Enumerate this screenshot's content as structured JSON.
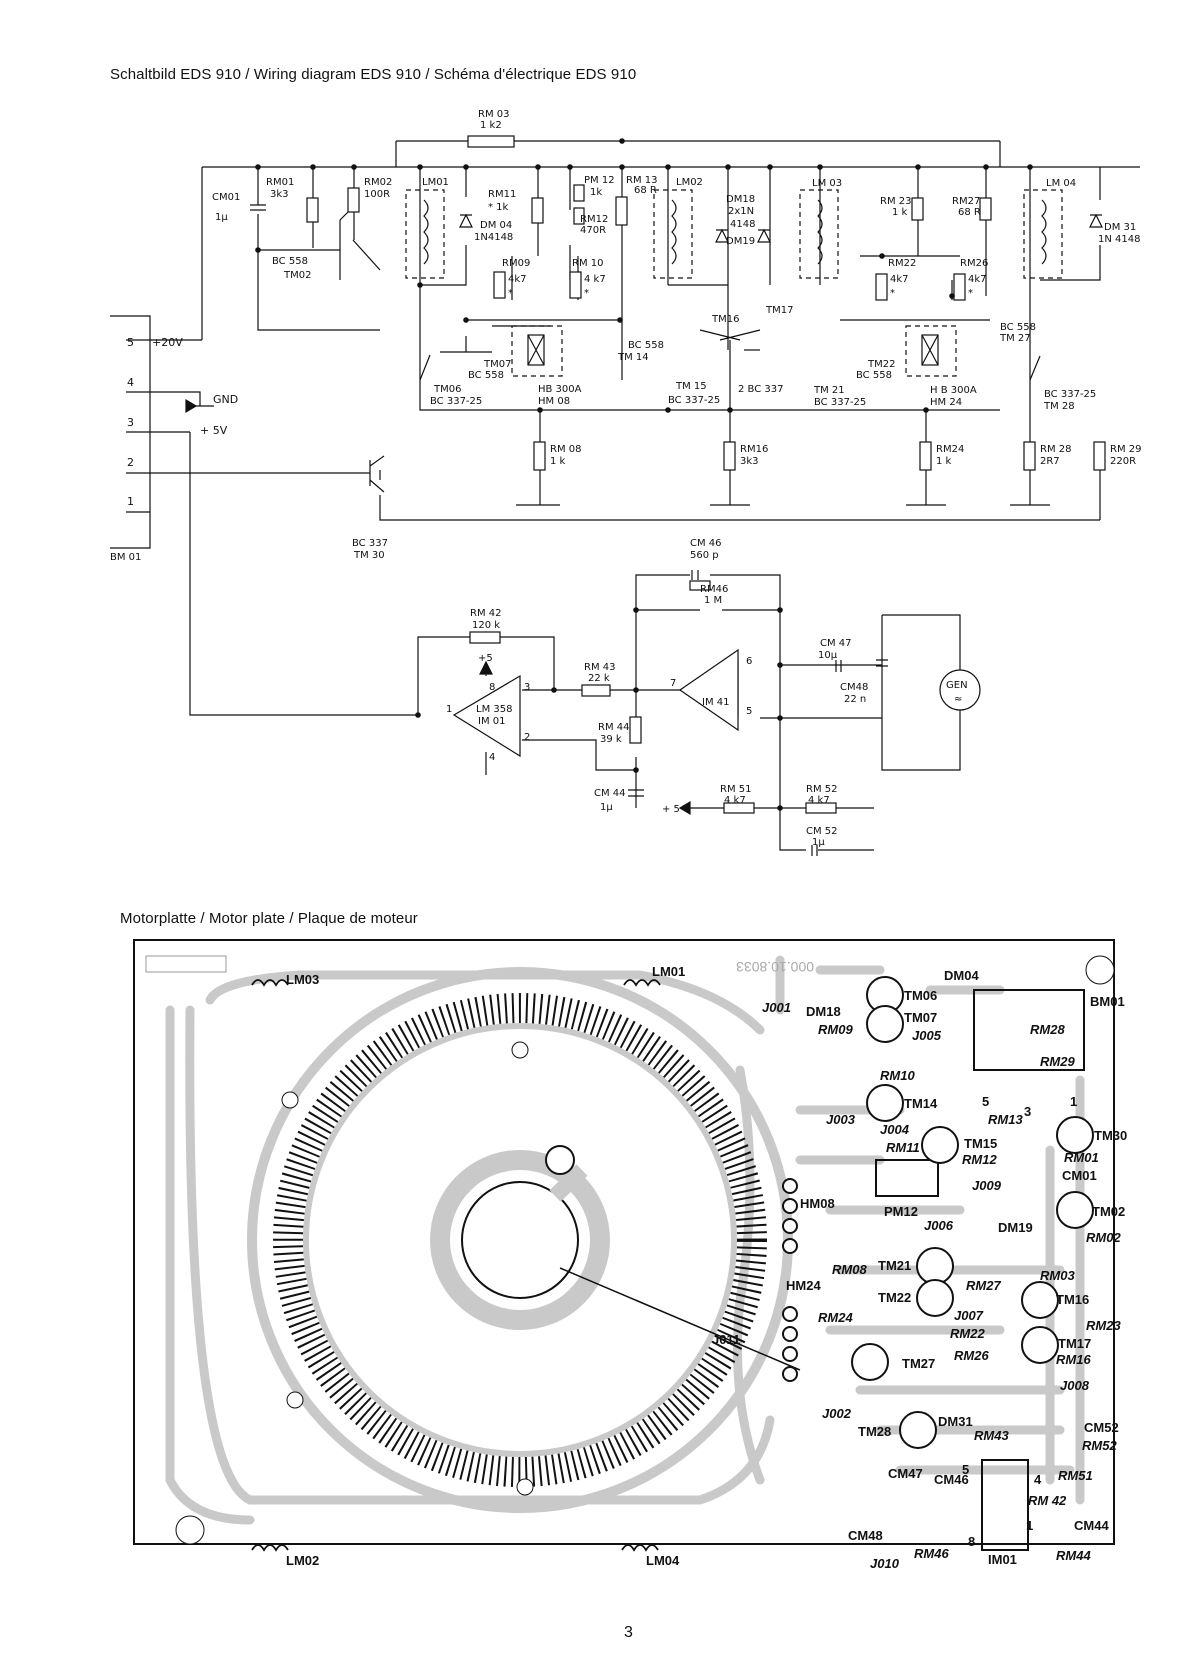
{
  "titles": {
    "schematic": "Schaltbild EDS 910 / Wiring diagram EDS 910 / Schéma d'électrique EDS 910",
    "motor_plate": "Motorplatte / Motor plate / Plaque de moteur"
  },
  "page_number": "3",
  "schematic": {
    "connector": {
      "name": "BM 01",
      "pins": [
        "5",
        "4",
        "3",
        "2",
        "1"
      ],
      "pin_labels": [
        "+20V",
        "GND",
        "+ 5V"
      ]
    },
    "components": {
      "rm03": [
        "RM 03",
        "1 k2"
      ],
      "cm01": [
        "CM01",
        "1μ"
      ],
      "rm01": [
        "RM01",
        "3k3"
      ],
      "rm02": [
        "RM02",
        "100R"
      ],
      "tm02": [
        "BC 558",
        "TM02"
      ],
      "lm01": [
        "LM01"
      ],
      "rm11": [
        "RM11",
        "* 1k"
      ],
      "dm04": [
        "DM 04",
        "1N4148"
      ],
      "pm12": [
        "PM 12",
        "1k"
      ],
      "rm12": [
        "RM12",
        "470R"
      ],
      "rm13": [
        "RM 13",
        "68 R"
      ],
      "lm02": [
        "LM02"
      ],
      "dm18": [
        "DM18",
        "2x1N",
        "4148",
        "DM19"
      ],
      "lm03": [
        "LM 03"
      ],
      "rm23": [
        "RM 23",
        "1 k"
      ],
      "rm27": [
        "RM27",
        "68 R"
      ],
      "lm04": [
        "LM 04"
      ],
      "dm31": [
        "DM 31",
        "1N 4148"
      ],
      "rm09": [
        "RM09",
        "4k7",
        "*"
      ],
      "rm10": [
        "RM 10",
        "4 k7",
        "*"
      ],
      "rm22": [
        "RM22",
        "4k7",
        "*"
      ],
      "rm26": [
        "RM26",
        "4k7",
        "*"
      ],
      "tm07": [
        "TM07",
        "BC 558"
      ],
      "tm14": [
        "BC 558",
        "TM 14"
      ],
      "tm16": [
        "TM16"
      ],
      "tm17": [
        "TM17"
      ],
      "tm22": [
        "TM22",
        "BC 558"
      ],
      "tm27": [
        "BC 558",
        "TM 27"
      ],
      "tm06": [
        "TM06",
        "BC 337-25"
      ],
      "hm08": [
        "HB 300A",
        "HM 08"
      ],
      "tm15": [
        "TM 15",
        "BC 337-25"
      ],
      "tm21": [
        "2  BC 337",
        "TM 21",
        "BC 337-25"
      ],
      "hm24": [
        "H B 300A",
        "HM 24"
      ],
      "tm28": [
        "BC 337-25",
        "TM 28"
      ],
      "rm08": [
        "RM 08",
        "1 k"
      ],
      "rm16": [
        "RM16",
        "3k3"
      ],
      "rm24": [
        "RM24",
        "1 k"
      ],
      "rm28": [
        "RM 28",
        "2R7"
      ],
      "rm29": [
        "RM 29",
        "220R"
      ],
      "tm30": [
        "BC 337",
        "TM 30"
      ],
      "cm46": [
        "CM 46",
        "560 p"
      ],
      "rm46": [
        "RM46",
        "1 M"
      ],
      "rm42": [
        "RM 42",
        "120 k"
      ],
      "im01": [
        "LM 358",
        "IM 01"
      ],
      "rm43": [
        "RM 43",
        "22 k"
      ],
      "im41": [
        "IM 41"
      ],
      "cm47": [
        "CM 47",
        "10μ"
      ],
      "cm48": [
        "CM48",
        "22 n"
      ],
      "gen": [
        "GEN",
        "≈"
      ],
      "rm44": [
        "RM 44",
        "39 k"
      ],
      "cm44": [
        "CM 44",
        "1μ"
      ],
      "rm51": [
        "RM 51",
        "4 k7"
      ],
      "rm52": [
        "RM 52",
        "4 k7"
      ],
      "cm52": [
        "CM 52",
        "1μ"
      ],
      "plus5": [
        "+5",
        "+ 5 V"
      ],
      "pins": [
        "8",
        "3",
        "1",
        "2",
        "4",
        "7",
        "6",
        "5"
      ]
    }
  },
  "motor_plate": {
    "part_number": "000.10.8033",
    "labels": [
      "LM03",
      "LM01",
      "LM02",
      "LM04",
      "DM04",
      "BM01",
      "J001",
      "DM18",
      "TM06",
      "TM07",
      "J005",
      "TM14",
      "J003",
      "J004",
      "TM15",
      "TM30",
      "HM08",
      "PM12",
      "J006",
      "DM19",
      "TM02",
      "TM21",
      "TM22",
      "J007",
      "TM16",
      "HM24",
      "J011",
      "TM17",
      "TM27",
      "J008",
      "J002",
      "TM28",
      "DM31",
      "CM52",
      "CM47",
      "CM46",
      "CM44",
      "CM48",
      "J010",
      "IM01"
    ],
    "italic_labels": [
      "RM09",
      "RM28",
      "RM29",
      "RM10",
      "RM13",
      "RM11",
      "RM12",
      "RM01",
      "J009",
      "CM01",
      "RM02",
      "RM08",
      "RM27",
      "RM03",
      "RM24",
      "RM22",
      "RM26",
      "RM23",
      "RM16",
      "RM43",
      "RM52",
      "RM51",
      "RM 42",
      "RM46",
      "RM44"
    ],
    "pin_numbers": [
      "5",
      "3",
      "1",
      "5",
      "4",
      "8",
      "1"
    ]
  }
}
